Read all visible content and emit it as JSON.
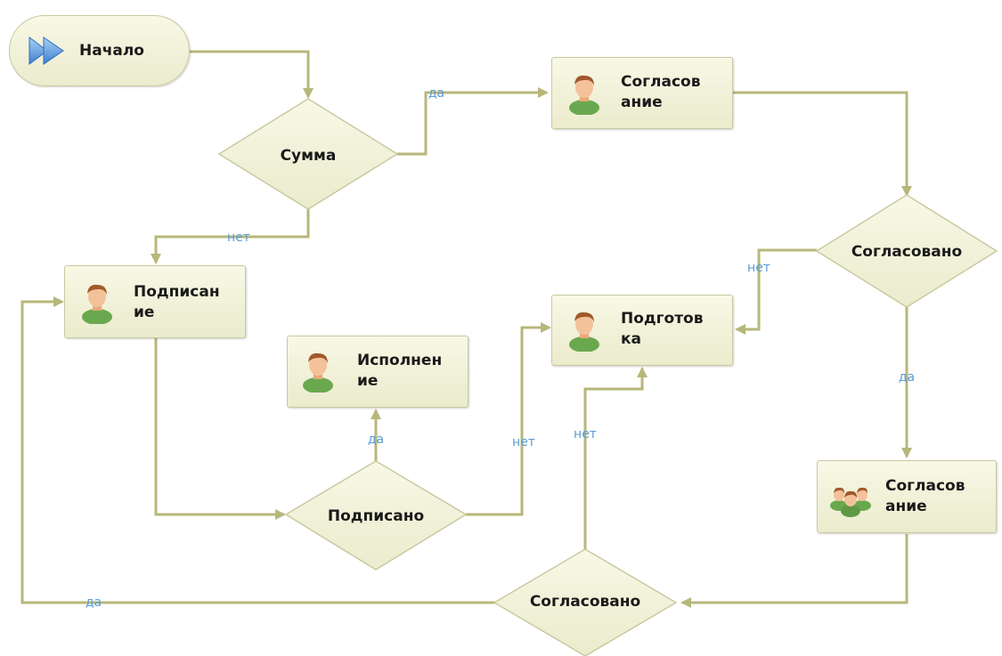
{
  "nodes": {
    "start": {
      "label": "Начало"
    },
    "decision_summa": {
      "label": "Сумма"
    },
    "task_soglasovanie_1": {
      "label": "Согласов\nание"
    },
    "decision_soglasovano_1": {
      "label": "Согласовано"
    },
    "task_podpisanie": {
      "label": "Подписан\nие"
    },
    "task_podgotovka": {
      "label": "Подготов\nка"
    },
    "task_ispolnenie": {
      "label": "Исполнен\nие"
    },
    "decision_podpisano": {
      "label": "Подписано"
    },
    "task_soglasovanie_2": {
      "label": "Согласов\nание"
    },
    "decision_soglasovano_2": {
      "label": "Согласовано"
    }
  },
  "edge_labels": {
    "summa_yes": "да",
    "summa_no": "нет",
    "soglasovano1_no": "нет",
    "soglasovano1_yes": "да",
    "podpisano_yes": "да",
    "podpisano_no": "нет",
    "soglasovano2_no": "нет",
    "soglasovano2_yes": "да"
  },
  "colors": {
    "connector": "#b7b77a",
    "edge_label": "#5b9bd5",
    "node_fill": "#f2f2dc",
    "node_border": "#c9c9a2"
  },
  "icons": {
    "start": "play-icon",
    "user": "user-icon",
    "group": "user-group-icon"
  }
}
